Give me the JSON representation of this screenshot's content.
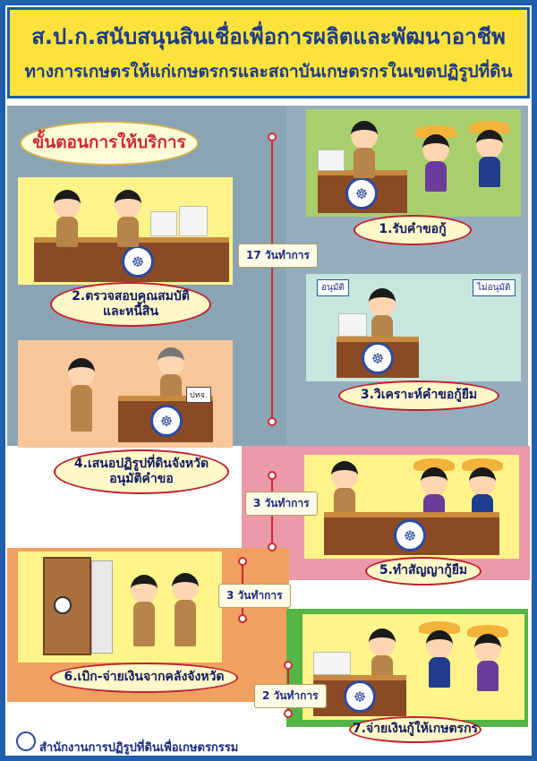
{
  "header": {
    "line1": "ส.ป.ก.สนับสนุนสินเชื่อเพื่อการผลิตและพัฒนาอาชีพ",
    "line2": "ทางการเกษตรให้แก่เกษตรกรและสถาบันเกษตรกรในเขตปฏิรูปที่ดิน"
  },
  "section_title": "ขั้นตอนการให้บริการ",
  "steps": [
    {
      "label": "1.รับคำขอกู้"
    },
    {
      "label_line1": "2.ตรวจสอบคุณสมบัติ",
      "label_line2": "และหนี้สิน"
    },
    {
      "label": "3.วิเคราะห์คำขอกู้ยืม"
    },
    {
      "label_line1": "4.เสนอปฏิรูปที่ดินจังหวัด",
      "label_line2": "อนุมัติคำขอ"
    },
    {
      "label": "5.ทำสัญญากู้ยืม"
    },
    {
      "label": "6.เบิก-จ่ายเงินจากคลังจังหวัด"
    },
    {
      "label": "7.จ่ายเงินกู้ให้เกษตรกร"
    }
  ],
  "durations": [
    "17 วันทำการ",
    "3 วันทำการ",
    "3 วันทำการ",
    "2 วันทำการ"
  ],
  "bubbles": {
    "approve": "อนุมัติ",
    "reject": "ไม่อนุมัติ"
  },
  "badge": "ปทจ.",
  "footer": "สำนักงานการปฏิรูปที่ดินเพื่อเกษตรกรรม",
  "colors": {
    "header_bg": "#fde23b",
    "title_text": "#1d3a8a",
    "border_blue": "#1d5da8",
    "timeline_red": "#cf2a36"
  }
}
